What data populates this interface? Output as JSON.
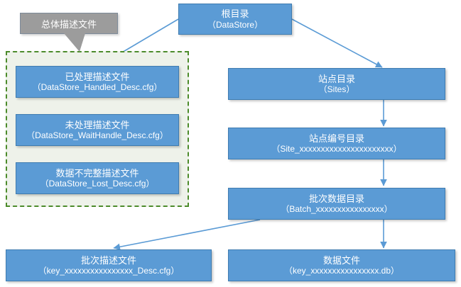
{
  "diagram": {
    "title_note": "DataStore directory structure tree",
    "colors": {
      "node_fill": "#5B9BD5",
      "node_border": "#3f7cb0",
      "node_text": "#FFFFFF",
      "callout_fill": "#9C9C9C",
      "group_border": "#4C8B2B",
      "group_fill": "#EEF2EA",
      "arrow": "#5B9BD5"
    },
    "callout": {
      "label": "总体描述文件"
    },
    "nodes": {
      "root": {
        "line1": "根目录",
        "line2": "（DataStore）"
      },
      "handled_desc": {
        "line1": "已处理描述文件",
        "line2": "（DataStore_Handled_Desc.cfg）"
      },
      "wait_desc": {
        "line1": "未处理描述文件",
        "line2": "（DataStore_WaitHandle_Desc.cfg）"
      },
      "lost_desc": {
        "line1": "数据不完整描述文件",
        "line2": "（DataStore_Lost_Desc.cfg）"
      },
      "sites": {
        "line1": "站点目录",
        "line2": "（Sites）"
      },
      "site_id": {
        "line1": "站点编号目录",
        "line2": "（Site_xxxxxxxxxxxxxxxxxxxxxx）"
      },
      "batch": {
        "line1": "批次数据目录",
        "line2": "（Batch_xxxxxxxxxxxxxxxx）"
      },
      "batch_desc": {
        "line1": "批次描述文件",
        "line2": "（key_xxxxxxxxxxxxxxxx_Desc.cfg）"
      },
      "data_file": {
        "line1": "数据文件",
        "line2": "（key_xxxxxxxxxxxxxxxx.db）"
      }
    },
    "edges": [
      {
        "name": "root-to-handled-desc",
        "from": "root",
        "to": "handled_desc"
      },
      {
        "name": "root-to-sites",
        "from": "root",
        "to": "sites"
      },
      {
        "name": "sites-to-site-id",
        "from": "sites",
        "to": "site_id"
      },
      {
        "name": "site-id-to-batch",
        "from": "site_id",
        "to": "batch"
      },
      {
        "name": "batch-to-batch-desc",
        "from": "batch",
        "to": "batch_desc"
      },
      {
        "name": "batch-to-data-file",
        "from": "batch",
        "to": "data_file"
      }
    ]
  }
}
